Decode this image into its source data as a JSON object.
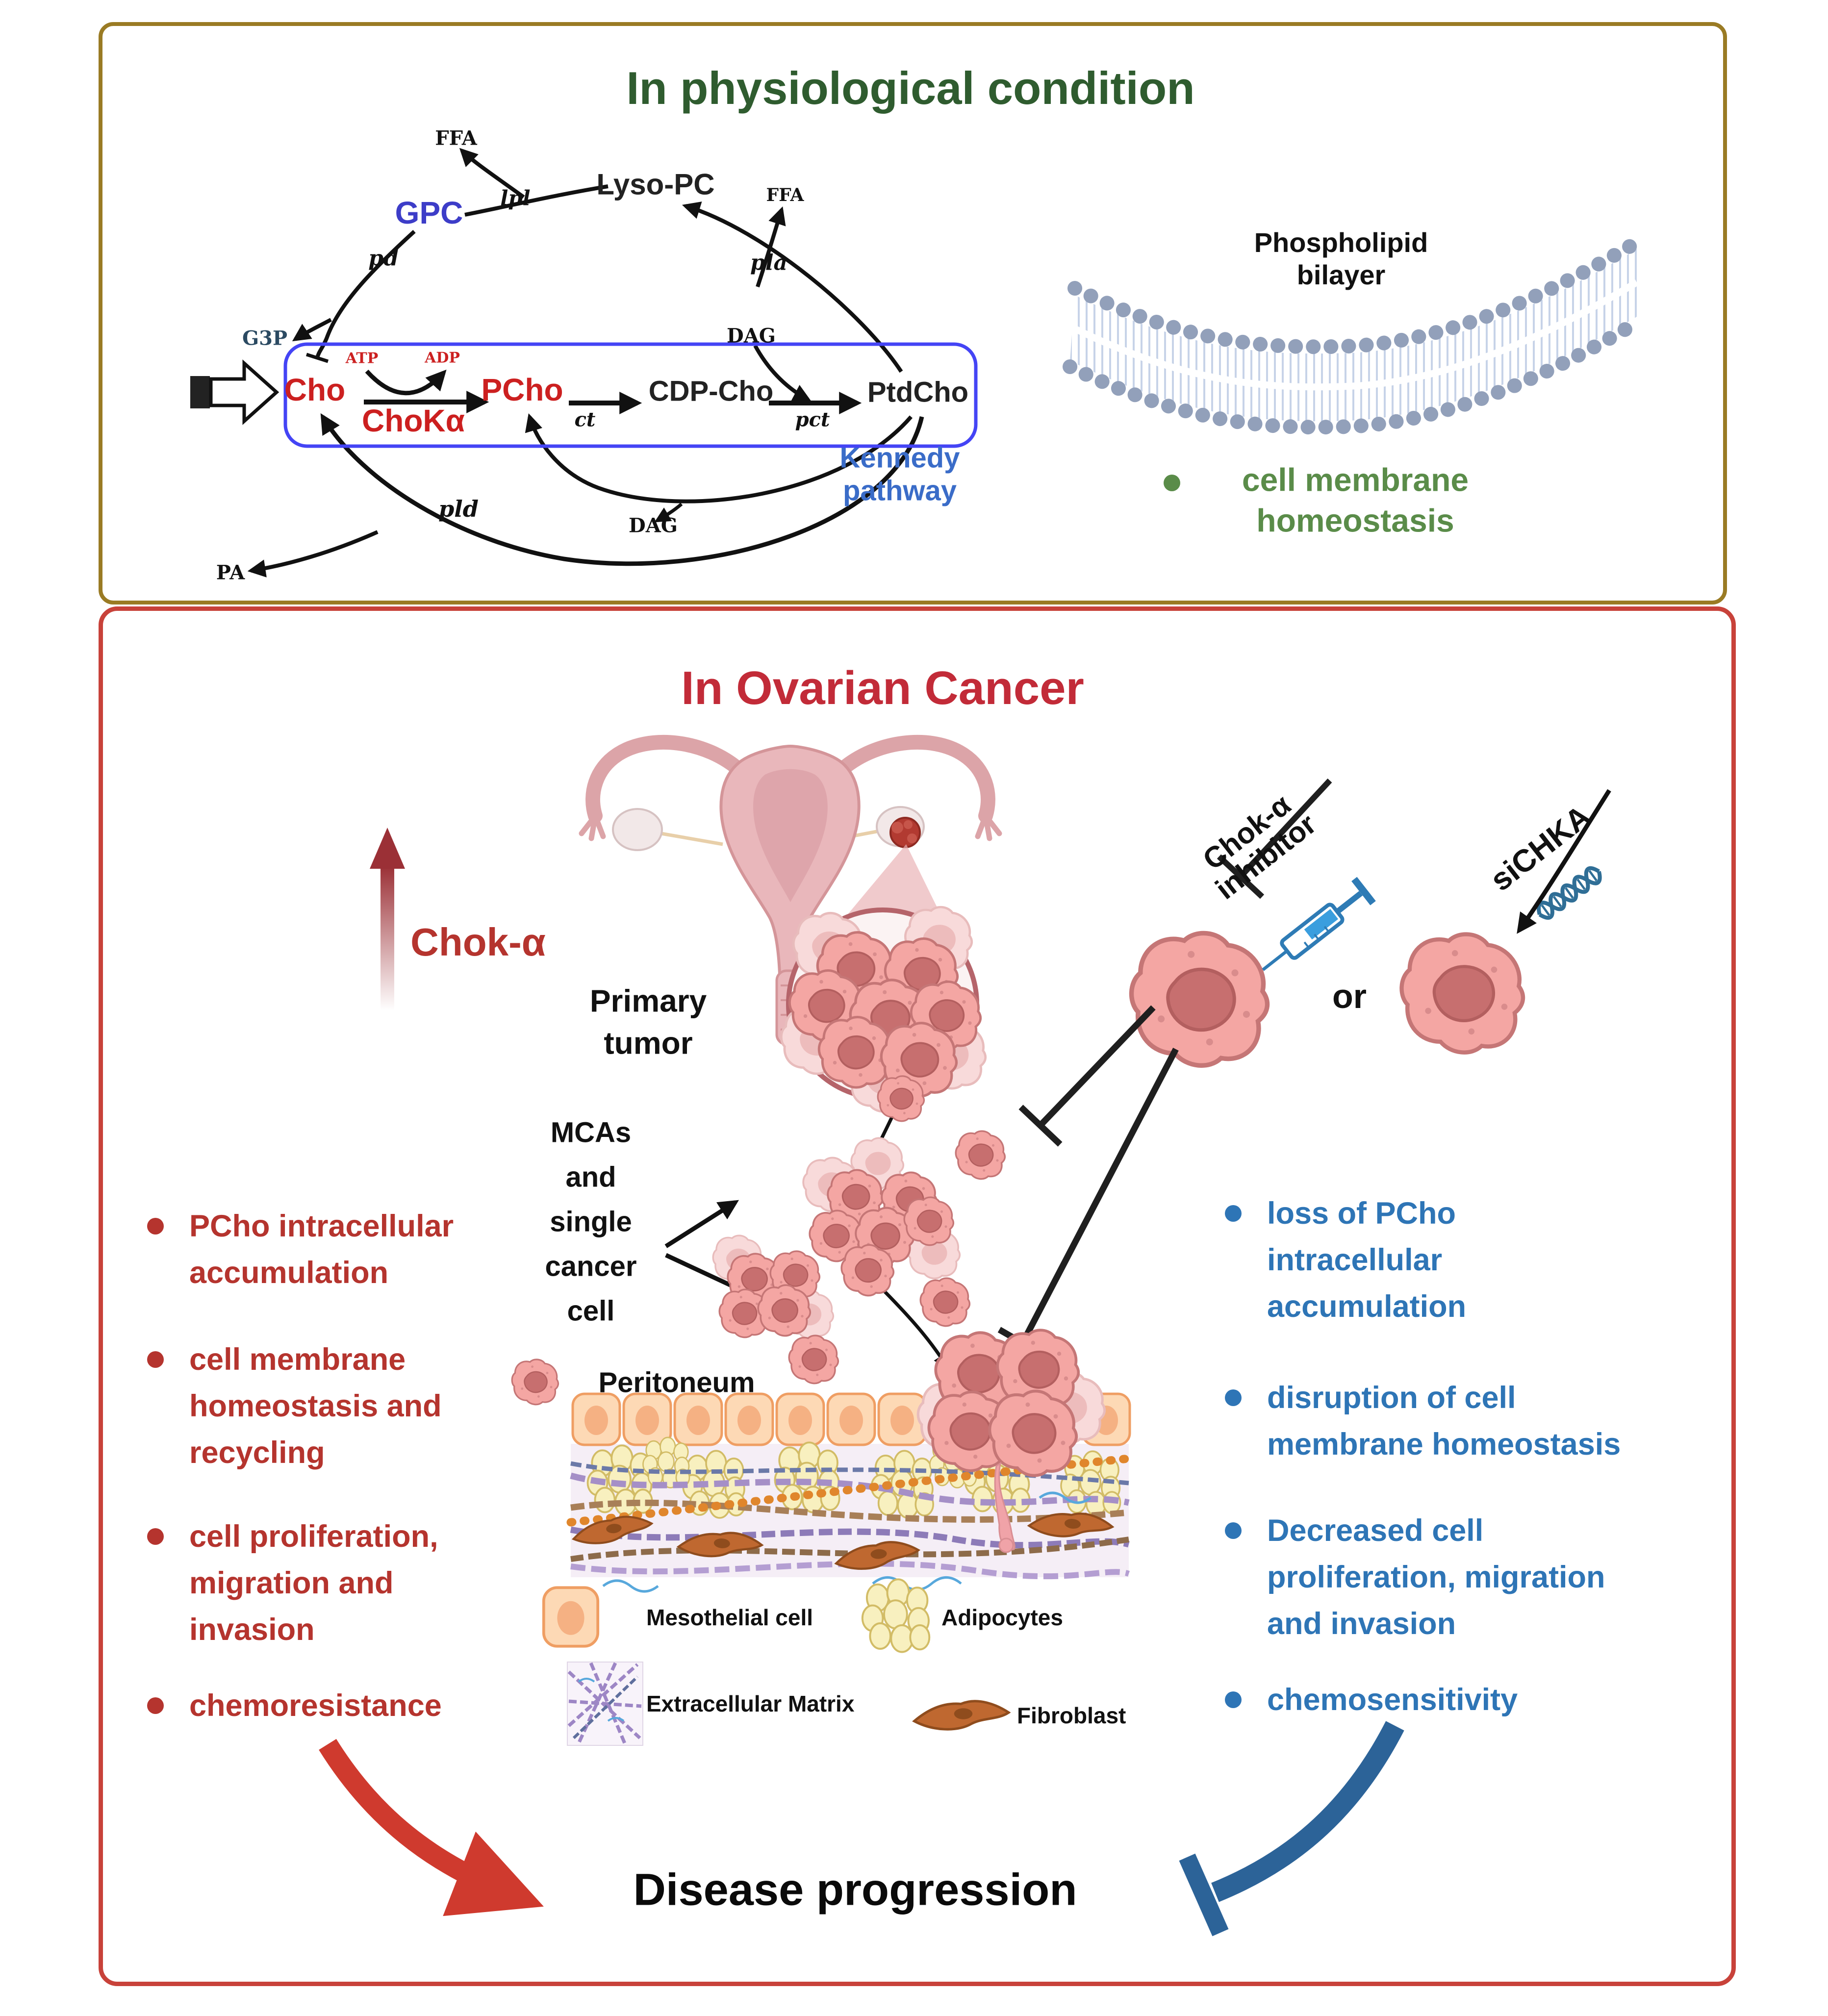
{
  "colors": {
    "physio_border": "#9a7b24",
    "physio_title": "#2f5c2f",
    "green_text": "#5a8c49",
    "cancer_border": "#c8423a",
    "cancer_title": "#c22b38",
    "red_text": "#b5342e",
    "blue_text": "#2e75b6",
    "kennedy_blue": "#3a6cc8",
    "kennedy_box_blue": "#4444f5",
    "metabolite_red": "#cc2020",
    "gpc_blue": "#3d3dc8",
    "disease_arrow_red": "#cf3a2e",
    "disease_arrow_blue": "#2c6398",
    "cell_pink": "#f4a6a3",
    "mesothelial_peach": "#fdd9b5",
    "adipocyte_yellow": "#f8f0bf",
    "fibroblast_brown": "#bf6830"
  },
  "physio": {
    "title": "In physiological condition",
    "bilayer_label": "Phospholipid\nbilayer",
    "bullet": "cell membrane\nhomeostasis",
    "kennedy": "Kennedy\npathway",
    "labels": {
      "ffa_top": "FFA",
      "lyso_pc": "Lyso-PC",
      "ffa_right": "FFA",
      "gpc": "GPC",
      "lpl": "lpl",
      "pd": "pd",
      "pla": "pla",
      "g3p": "G3P",
      "dag_top": "DAG",
      "atp": "ATP",
      "adp": "ADP",
      "cho": "Cho",
      "choka": "ChoKα",
      "pcho": "PCho",
      "ct": "ct",
      "cdp_cho": "CDP-Cho",
      "pct": "pct",
      "ptdcho": "PtdCho",
      "pld": "pld",
      "dag_bottom": "DAG",
      "pa": "PA"
    }
  },
  "ovarian": {
    "title": "In Ovarian Cancer",
    "chok": "Chok-α",
    "primary_tumor": "Primary\ntumor",
    "mcas": "MCAs\nand\nsingle\ncancer\ncell",
    "peritoneum": "Peritoneum",
    "inhibitor": "Chok-α\ninhibitor",
    "sichka": "siCHKA",
    "or_label": "or",
    "left_effects": [
      "PCho intracellular\naccumulation",
      "cell membrane\nhomeostasis and\nrecycling",
      "cell proliferation,\nmigration and\ninvasion",
      "chemoresistance"
    ],
    "right_effects": [
      "loss of  PCho\nintracellular\naccumulation",
      "disruption of cell\nmembrane homeostasis",
      "Decreased cell\nproliferation, migration\nand  invasion",
      "chemosensitivity"
    ],
    "legend": [
      {
        "label": "Mesothelial cell"
      },
      {
        "label": "Adipocytes"
      },
      {
        "label": "Extracellular Matrix"
      },
      {
        "label": "Fibroblast"
      }
    ],
    "disease": "Disease progression"
  }
}
